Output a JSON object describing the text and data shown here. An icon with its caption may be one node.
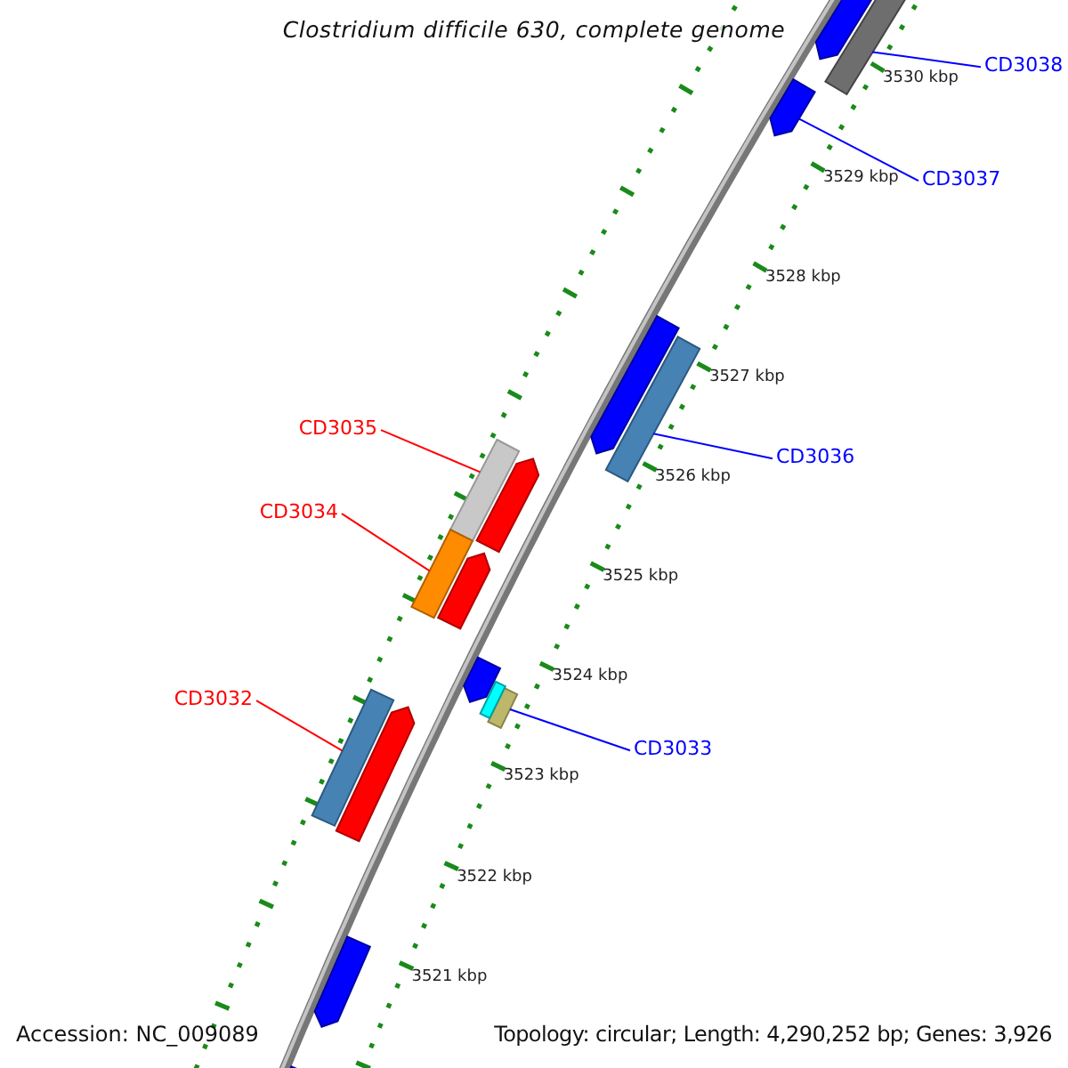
{
  "diagram": {
    "title": "Clostridium difficile 630, complete genome",
    "nodes": [
      {
        "text": [
          "CD3038"
        ]
      },
      {
        "text": [],
        "shape": "bar"
      },
      {
        "text": [
          "CD3037"
        ]
      },
      {
        "text": [],
        "shape": "bar"
      },
      {
        "text": [
          "CD3035"
        ]
      },
      {
        "text": [],
        "shape": "bar"
      },
      {
        "text": [
          "CD3036"
        ]
      },
      {
        "text": [],
        "shape": "bar"
      },
      {
        "text": [
          "CD3034"
        ]
      },
      {
        "text": [],
        "shape": "bar"
      },
      {
        "text": [
          "CD3032"
        ]
      },
      {
        "text": [],
        "shape": "bar"
      },
      {
        "text": [
          "CD3033"
        ]
      },
      {
        "text": [],
        "shape": "bar"
      },
      {
        "text": [],
        "shape": "bar"
      },
      {
        "text": [],
        "shape": "bar"
      },
      {
        "text": [],
        "shape": "bar"
      },
      {
        "text": [],
        "shape": "bar"
      },
      {
        "text": [],
        "shape": "bar"
      },
      {
        "text": [],
        "shape": "bar"
      },
      {
        "text": [],
        "shape": "bar"
      },
      {
        "text": [],
        "shape": "bar"
      },
      {
        "text": [],
        "shape": "bar"
      }
    ],
    "edges": [
      {
        "from": 0,
        "to": 1,
        "arrow": "none"
      },
      {
        "from": 2,
        "to": 3,
        "arrow": "none"
      },
      {
        "from": 4,
        "to": 5,
        "arrow": "none",
        "color": "#ff0000"
      },
      {
        "from": 6,
        "to": 7,
        "arrow": "none"
      },
      {
        "from": 8,
        "to": 9,
        "arrow": "none",
        "color": "#ff0000"
      },
      {
        "from": 10,
        "to": 11,
        "arrow": "none",
        "color": "#ff0000"
      },
      {
        "from": 12,
        "to": 13,
        "arrow": "none"
      }
    ],
    "labels": [
      "3530 kbp",
      "3529 kbp",
      "3528 kbp",
      "3527 kbp",
      "3526 kbp",
      "3525 kbp",
      "3524 kbp",
      "3523 kbp",
      "3522 kbp",
      "3521 kbp",
      "Accession: NC_009089",
      "Topology: circular; Length: 4,290,252 bp; Genes: 3,926"
    ]
  }
}
